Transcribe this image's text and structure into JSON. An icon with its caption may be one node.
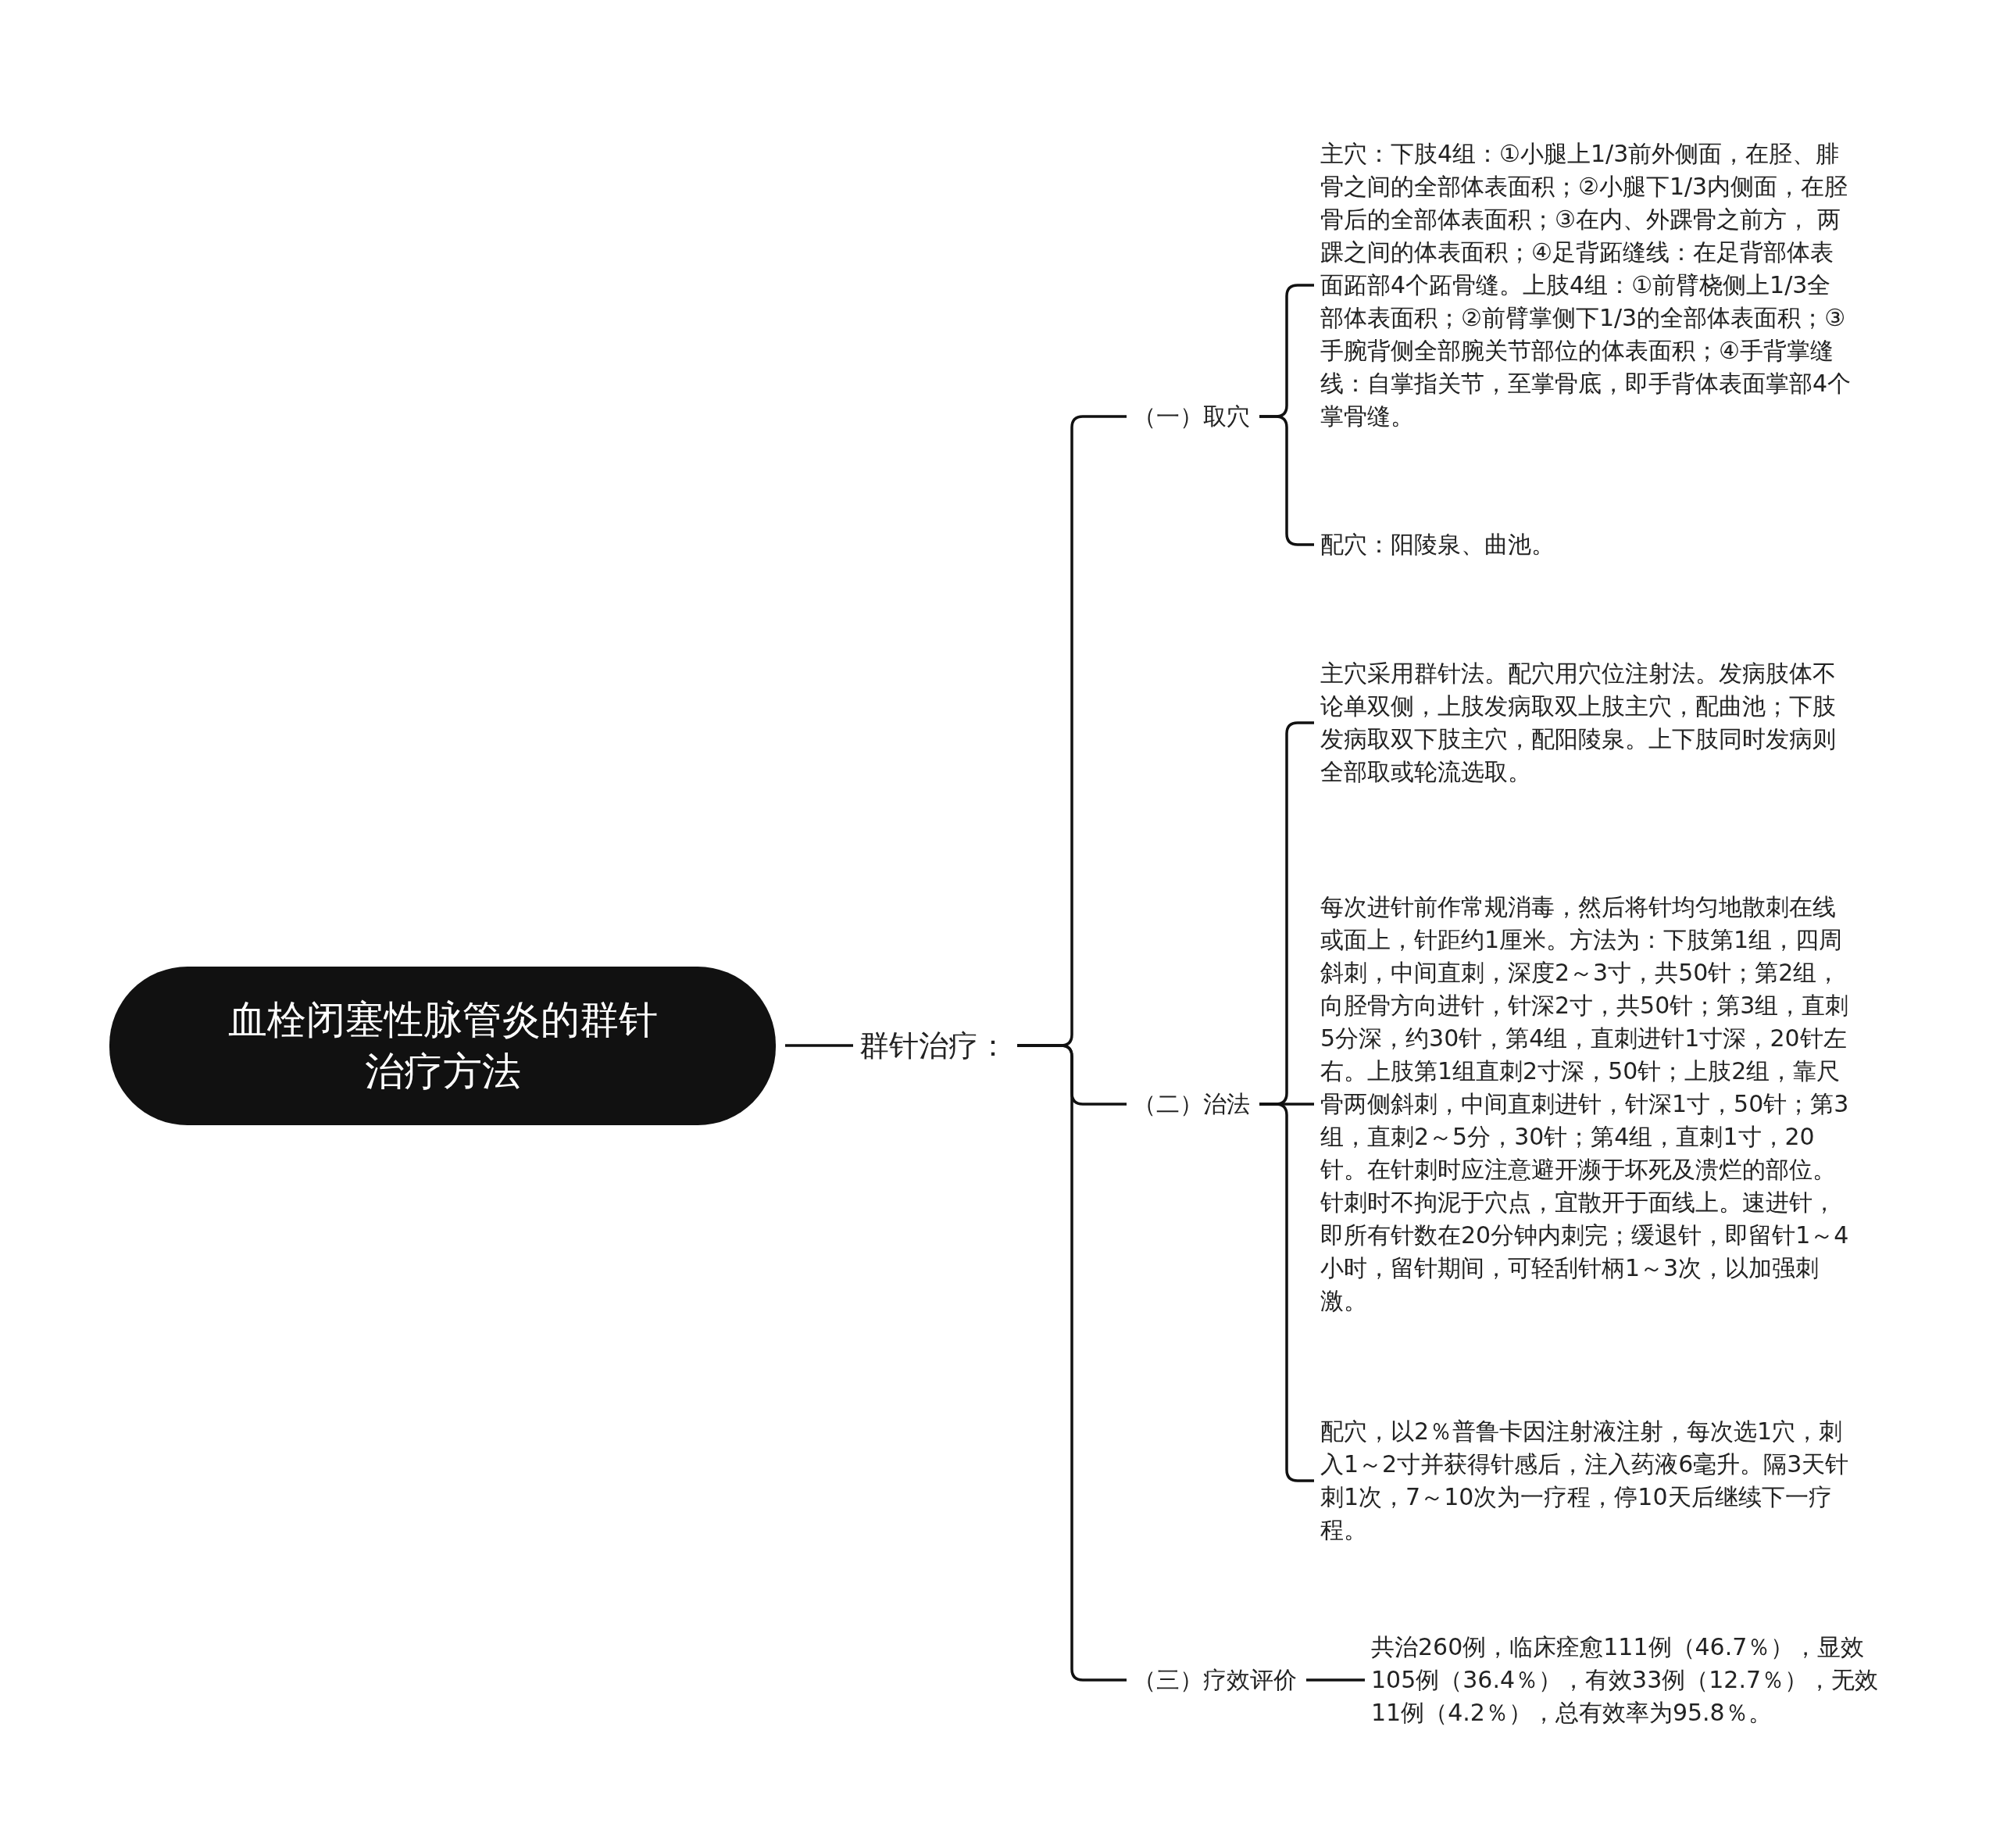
{
  "diagram": {
    "nodes": [
      {
        "text": [
          "血栓闭塞性脉管炎的群针治疗方法"
        ]
      },
      {
        "text": [
          "群针治疗："
        ]
      },
      {
        "text": [
          "（一）取穴"
        ]
      },
      {
        "text": [
          "主穴：下肢4组：①小腿上1/3前外侧面，在胫、腓骨之间的全部体表面积；②小腿下1/3内侧面，在胫骨后的全部体表面积；③在内、外踝骨之前方， 两踝之间的体表面积；④足背跖缝线：在足背部体表面跖部4个跖骨缝。上肢4组：①前臂桡侧上1/3全部体表面积；②前臂掌侧下1/3的全部体表面积；③手腕背侧全部腕关节部位的体表面积；④手背掌缝线：自掌指关节，至掌骨底，即手背体表面掌部4个掌骨缝。"
        ]
      },
      {
        "text": [
          "配穴：阳陵泉、曲池。"
        ]
      },
      {
        "text": [
          "（二）治法"
        ]
      },
      {
        "text": [
          "主穴采用群针法。配穴用穴位注射法。发病肢体不论单双侧，上肢发病取双上肢主穴，配曲池；下肢发病取双下肢主穴，配阳陵泉。上下肢同时发病则全部取或轮流选取。"
        ]
      },
      {
        "text": [
          "每次进针前作常规消毒，然后将针均匀地散刺在线或面上，针距约1厘米。方法为：下肢第1组，四周斜刺，中间直刺，深度2～3寸，共50针；第2组，向胫骨方向进针，针深2寸，共50针；第3组，直刺5分深，约30针，第4组，直刺进针1寸深，20针左右。上肢第1组直刺2寸深，50针；上肢2组，靠尺骨两侧斜刺，中间直刺进针，针深1寸，50针；第3组，直刺2～5分，30针；第4组，直刺1寸，20针。在针刺时应注意避开濒于坏死及溃烂的部位。针刺时不拘泥于穴点，宜散开于面线上。速进针，即所有针数在20分钟内刺完；缓退针，即留针1～4小时，留针期间，可轻刮针柄1～3次，以加强刺激。"
        ]
      },
      {
        "text": [
          "配穴，以2％普鲁卡因注射液注射，每次选1穴，刺入1～2寸并获得针感后，注入药液6毫升。隔3天针刺1次，7～10次为一疗程，停10天后继续下一疗程。"
        ]
      },
      {
        "text": [
          "（三）疗效评价"
        ]
      },
      {
        "text": [
          "共治260例，临床痊愈111例（46.7％），显效105例（36.4％），有效33例（12.7％），无效11例（4.2％），总有效率为95.8％。"
        ]
      }
    ],
    "edges": [
      {
        "from": 0,
        "to": 1,
        "arrow": "none"
      },
      {
        "from": 1,
        "to": 2,
        "arrow": "none"
      },
      {
        "from": 1,
        "to": 5,
        "arrow": "none"
      },
      {
        "from": 1,
        "to": 9,
        "arrow": "none"
      },
      {
        "from": 2,
        "to": 3,
        "arrow": "none"
      },
      {
        "from": 2,
        "to": 4,
        "arrow": "none"
      },
      {
        "from": 5,
        "to": 6,
        "arrow": "none"
      },
      {
        "from": 5,
        "to": 7,
        "arrow": "none"
      },
      {
        "from": 5,
        "to": 8,
        "arrow": "none"
      },
      {
        "from": 9,
        "to": 10,
        "arrow": "none"
      }
    ]
  }
}
